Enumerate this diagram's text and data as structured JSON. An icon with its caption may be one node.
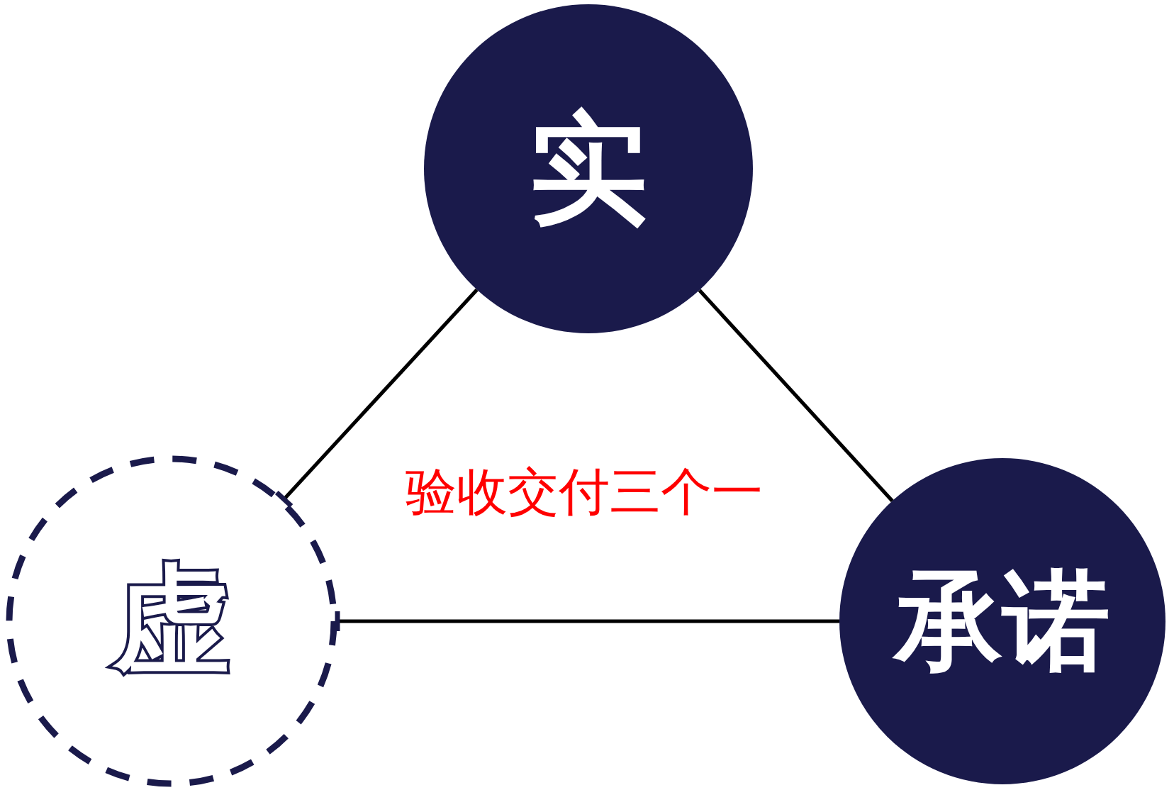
{
  "diagram": {
    "nodes": [
      {
        "text": [
          "实"
        ]
      },
      {
        "text": [
          "虚"
        ]
      },
      {
        "text": [
          "承诺"
        ]
      }
    ],
    "edges": [
      {
        "from": 0,
        "to": 1,
        "arrow": "other"
      },
      {
        "from": 0,
        "to": 2,
        "arrow": "none"
      },
      {
        "from": 2,
        "to": 1,
        "arrow": "other"
      }
    ],
    "labels": [
      "验收交付三个一"
    ]
  }
}
